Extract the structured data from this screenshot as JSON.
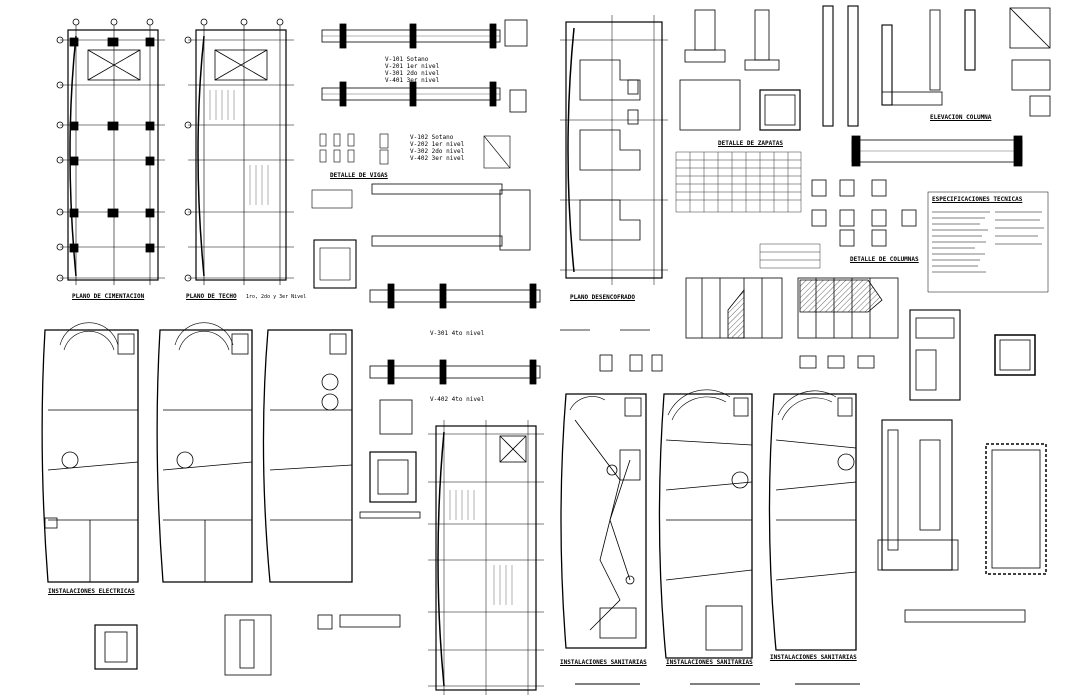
{
  "sheet": {
    "plan_labels": {
      "cimentacion": "PLANO DE CIMENTACION",
      "techo_1": "PLANO DE TECHO",
      "techo_1_sub": "1ro, 2do y 3er Nivel",
      "desencofrado": "PLANO DESENCOFRADO",
      "inst_electricas_1": "INSTALACIONES ELECTRICAS",
      "inst_sanitarias_1": "INSTALACIONES SANITARIAS",
      "inst_sanitarias_2": "INSTALACIONES SANITARIAS",
      "inst_sanitarias_3": "INSTALACIONES SANITARIAS"
    },
    "details": {
      "vigas": "DETALLE DE VIGAS",
      "zapatas": "DETALLE DE ZAPATAS",
      "columnas": "DETALLE DE COLUMNAS",
      "elevacion_columna": "ELEVACION COLUMNA",
      "especificaciones": "ESPECIFICACIONES TECNICAS"
    },
    "beam_legend_1": [
      "V-101   Sotano",
      "V-201   1er nivel",
      "V-301   2do nivel",
      "V-401   3er nivel"
    ],
    "beam_legend_2": [
      "V-102   Sotano",
      "V-202   1er nivel",
      "V-302   2do nivel",
      "V-402   3er nivel"
    ],
    "beam_single_1": "V-301   4to nivel",
    "beam_single_2": "V-402   4to nivel"
  }
}
